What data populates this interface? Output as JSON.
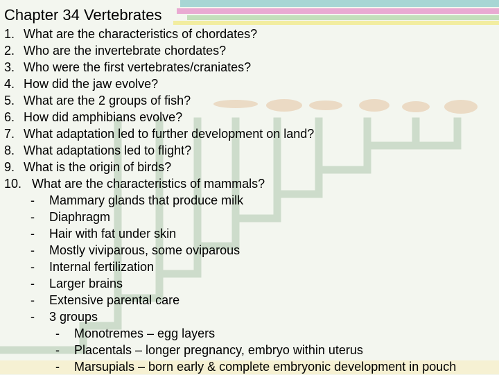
{
  "slide": {
    "title": "Chapter 34 Vertebrates",
    "questions": [
      {
        "num": "1.",
        "text": "What are the characteristics of chordates?"
      },
      {
        "num": "2.",
        "text": "Who are the invertebrate chordates?"
      },
      {
        "num": "3.",
        "text": "Who were the first vertebrates/craniates?"
      },
      {
        "num": "4.",
        "text": "How did the jaw evolve?"
      },
      {
        "num": "5.",
        "text": "What are the 2 groups of fish?"
      },
      {
        "num": "6.",
        "text": "How did amphibians evolve?"
      },
      {
        "num": "7.",
        "text": "What adaptation led to further development on land?"
      },
      {
        "num": "8.",
        "text": "What adaptations led to flight?"
      },
      {
        "num": "9.",
        "text": "What is the origin of birds?"
      },
      {
        "num": "10.",
        "text": "What are the characteristics of mammals?"
      }
    ],
    "bullets": [
      {
        "dash": "-",
        "text": "Mammary glands that produce milk"
      },
      {
        "dash": "-",
        "text": "Diaphragm"
      },
      {
        "dash": "-",
        "text": "Hair with fat under skin"
      },
      {
        "dash": "-",
        "text": "Mostly viviparous, some oviparous"
      },
      {
        "dash": "-",
        "text": "Internal fertilization"
      },
      {
        "dash": "-",
        "text": "Larger brains"
      },
      {
        "dash": "-",
        "text": "Extensive parental care"
      },
      {
        "dash": "-",
        "text": "3 groups"
      }
    ],
    "subbullets": [
      {
        "dash": "-",
        "text": "Monotremes – egg layers"
      },
      {
        "dash": "-",
        "text": "Placentals – longer pregnancy, embryo within uterus"
      },
      {
        "dash": "-",
        "text": "Marsupials – born early & complete embryonic development in pouch"
      }
    ]
  },
  "colors": {
    "background": "#f3f6ef",
    "tree_lines": "#c9d8c4",
    "stripe_teal": "#9fd2d2",
    "stripe_pink": "#e7a6cf",
    "stripe_yellow": "#f1ec9a",
    "stripe_green": "#bfe0b6"
  }
}
